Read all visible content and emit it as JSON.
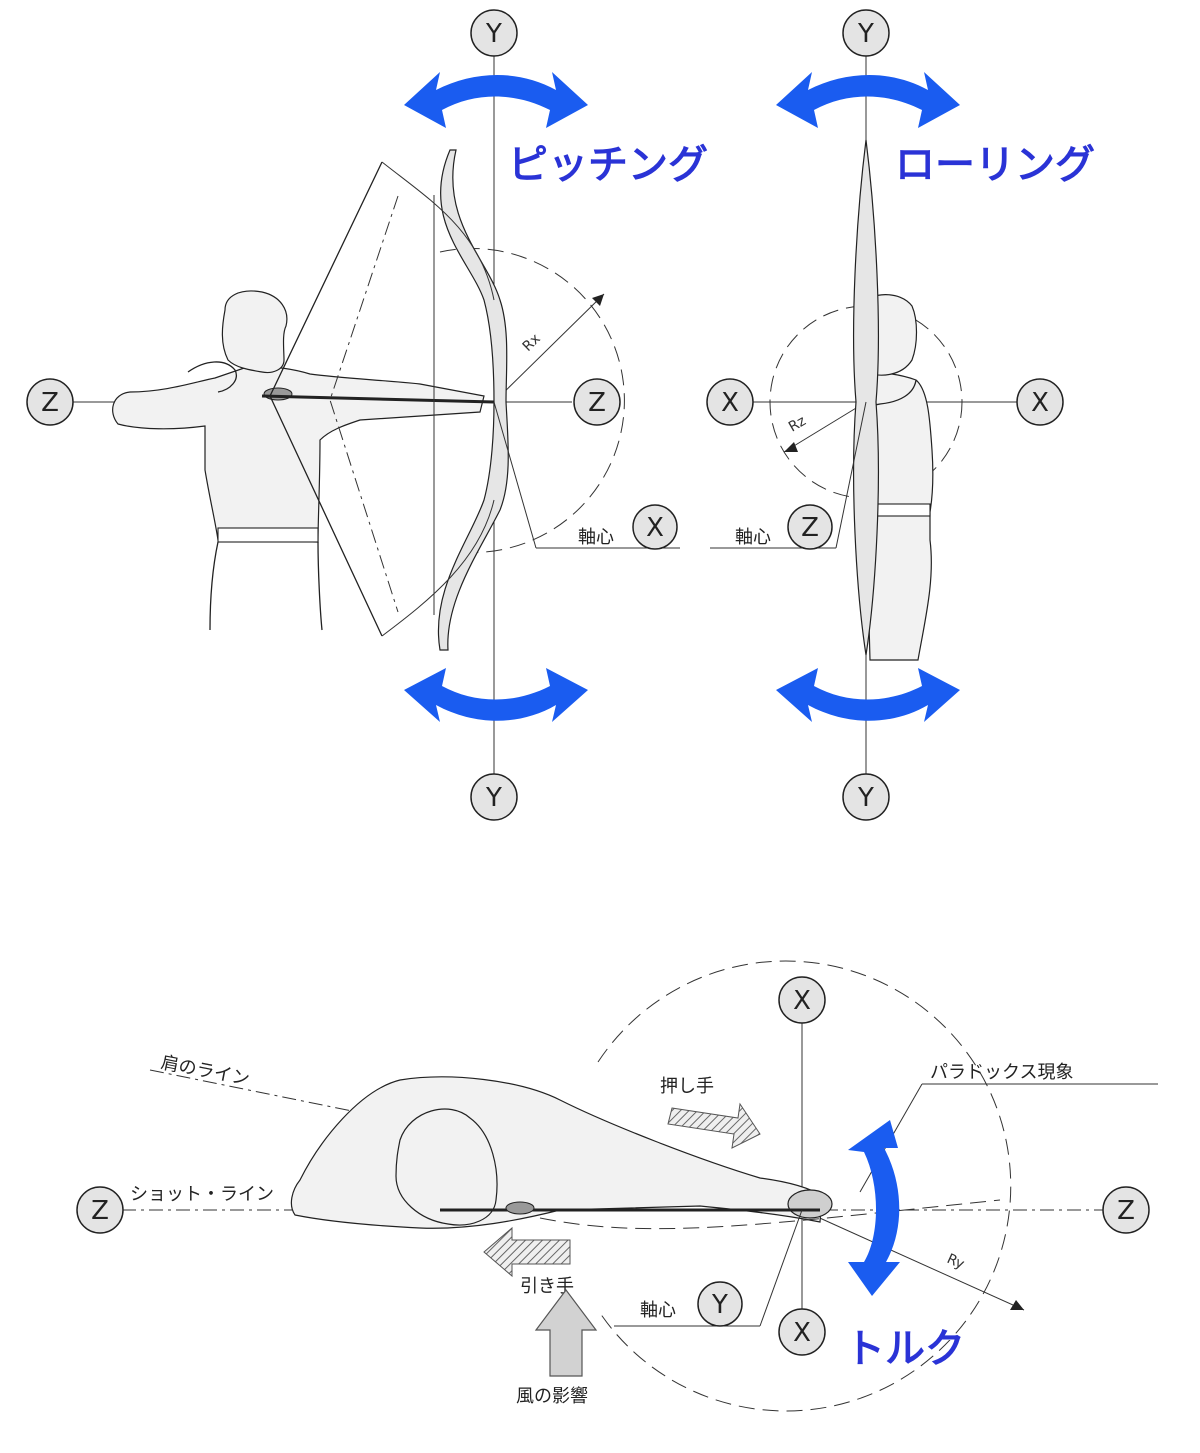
{
  "axes": {
    "y": "Y",
    "z": "Z",
    "x": "X"
  },
  "labels": {
    "pitching": "ピッチング",
    "rolling": "ローリング",
    "torque": "トルク",
    "axis_center": "軸心",
    "rx": "Rx",
    "rz": "Rz",
    "ry": "Ry",
    "shoulder_line": "肩のライン",
    "shot_line": "ショット・ライン",
    "push_hand": "押し手",
    "pull_hand": "引き手",
    "paradox": "パラドックス現象",
    "wind": "風の影響"
  },
  "colors": {
    "accent_arrow": "#1a5cf0",
    "accent_text": "#2a33d6",
    "axis_badge": "#e4e4e4"
  }
}
